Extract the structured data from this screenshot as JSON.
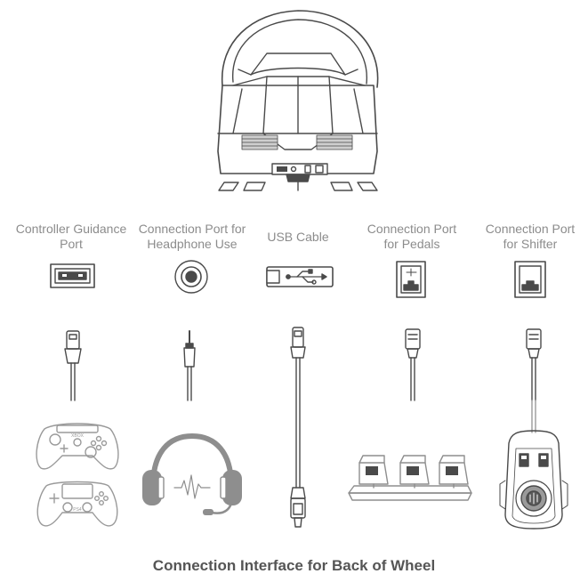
{
  "ports": [
    {
      "label": "Controller Guidance\nPort"
    },
    {
      "label": "Connection Port for\nHeadphone Use"
    },
    {
      "label": "USB Cable"
    },
    {
      "label": "Connection Port\nfor Pedals"
    },
    {
      "label": "Connection Port\nfor Shifter"
    }
  ],
  "caption": "Connection Interface for Back of Wheel",
  "devices": {
    "xbox_logo_text": "XBOX",
    "ps_logo_text": "PS4"
  },
  "colors": {
    "line": "#4a4a4a",
    "light_line": "#9a9a9a",
    "gray_fill": "#8e8e8e",
    "caption": "#555555"
  }
}
